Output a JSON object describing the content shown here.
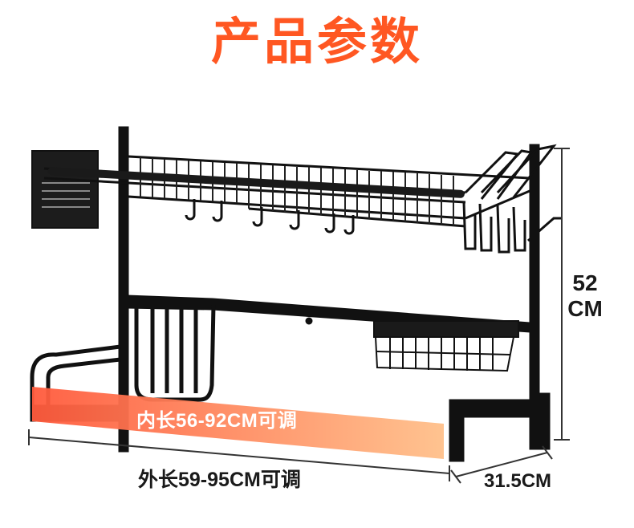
{
  "title": "产品参数",
  "colors": {
    "title": "#ff5722",
    "rack": "#111111",
    "dimension_line": "#333333",
    "inner_band_left": "#ff5a3c",
    "inner_band_right": "#ffc08a"
  },
  "dimensions": {
    "inner_length": "内长56-92CM可调",
    "outer_length": "外长59-95CM可调",
    "height_value": "52",
    "height_unit": "CM",
    "depth": "31.5CM"
  }
}
